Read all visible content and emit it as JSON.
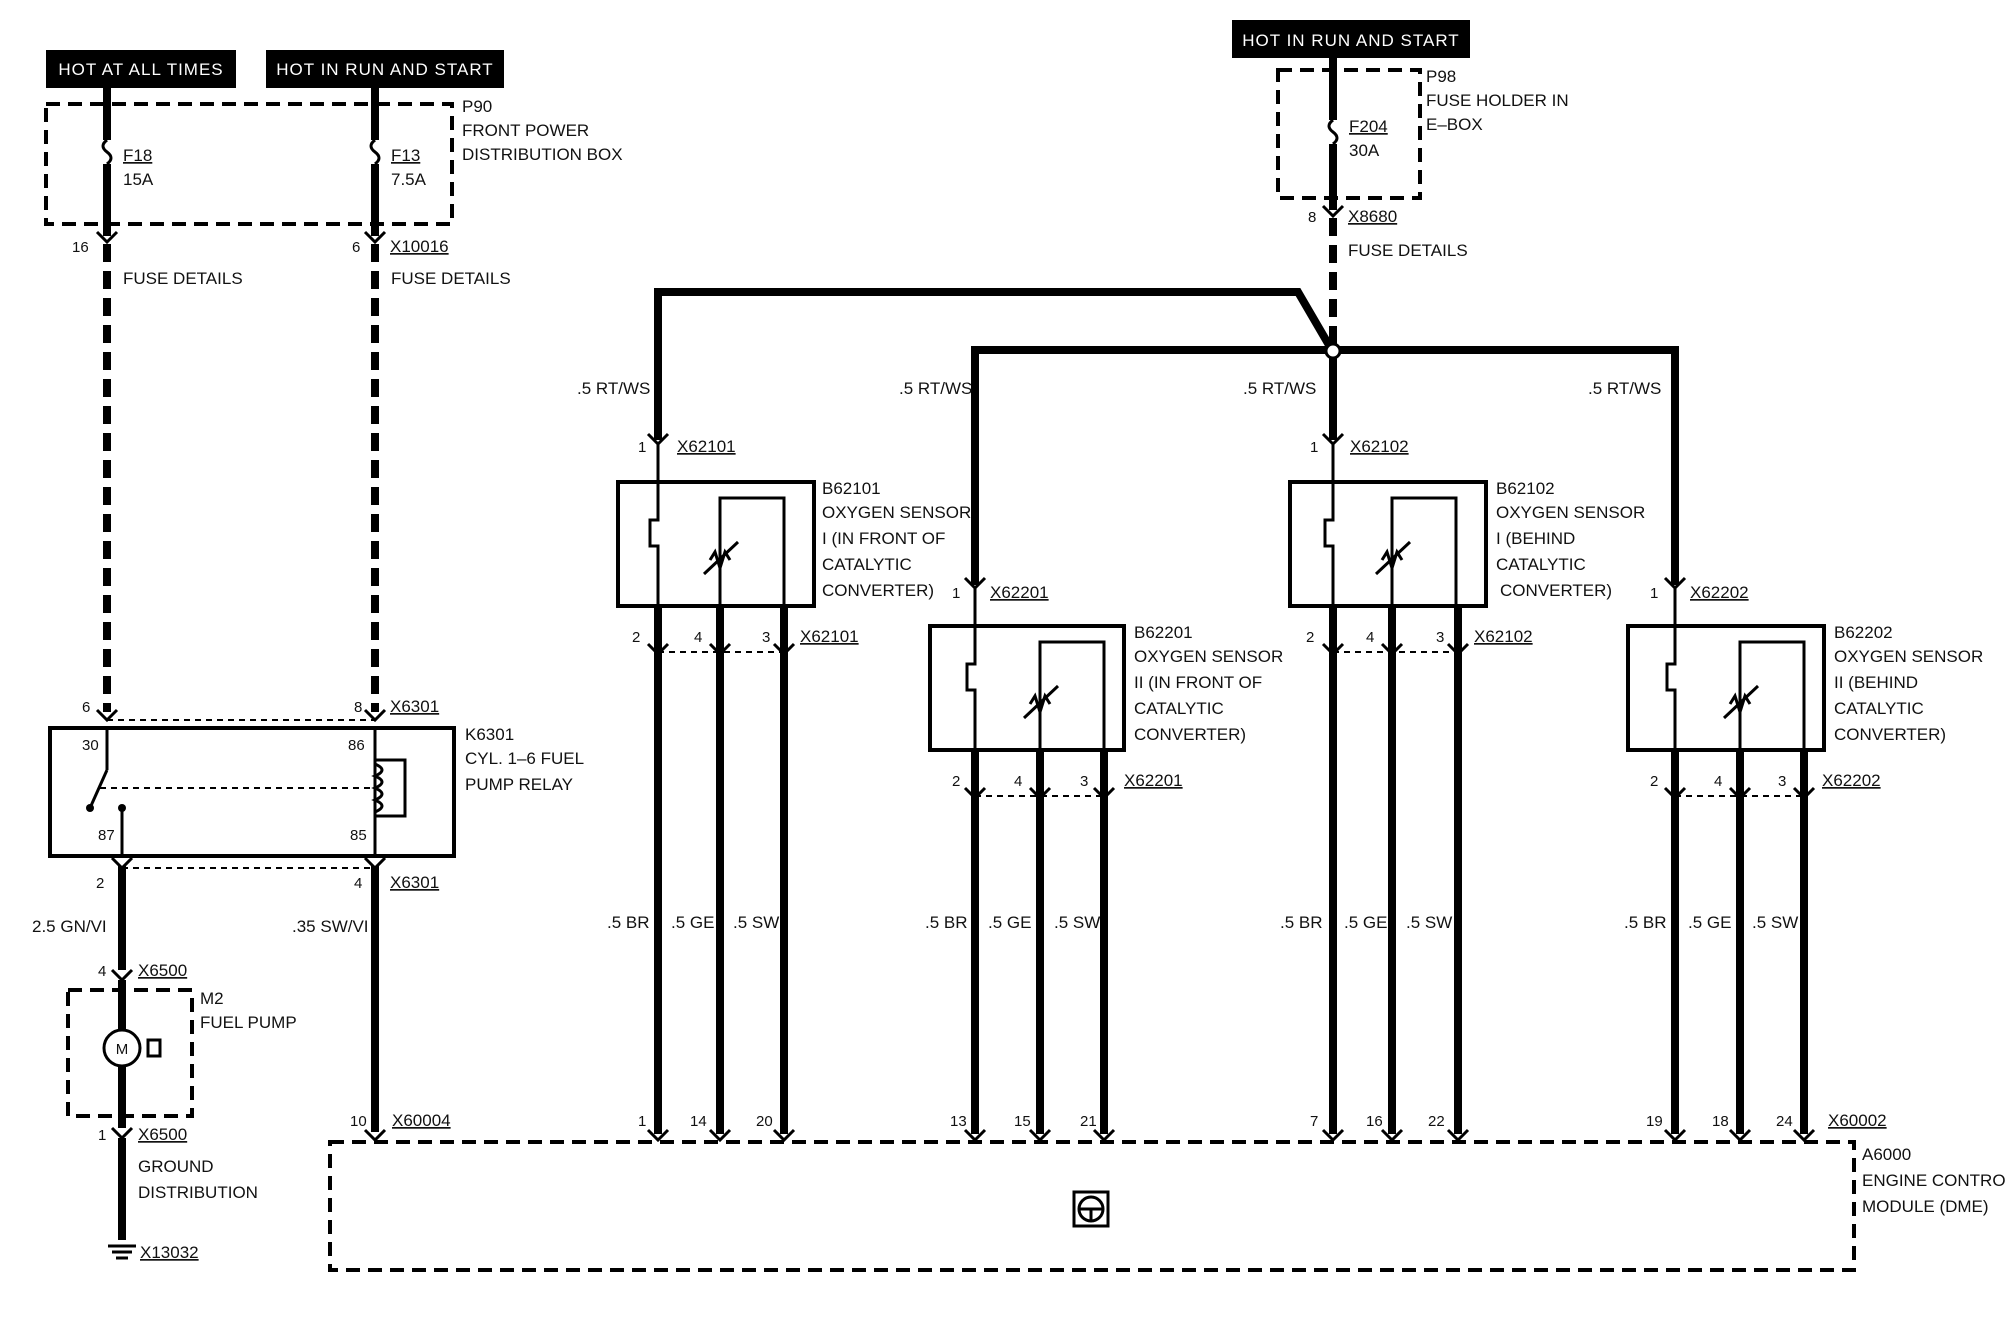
{
  "headers": {
    "hot_all_times": "HOT AT ALL TIMES",
    "hot_run_start_left": "HOT IN RUN AND START",
    "hot_run_start_right": "HOT IN RUN AND START"
  },
  "fuse_boxes": {
    "p90": {
      "id": "P90",
      "line1": "FRONT POWER",
      "line2": "DISTRIBUTION BOX"
    },
    "p98": {
      "id": "P98",
      "line1": "FUSE HOLDER IN",
      "line2": "E–BOX"
    }
  },
  "fuses": {
    "f18": {
      "id": "F18",
      "rating": "15A"
    },
    "f13": {
      "id": "F13",
      "rating": "7.5A"
    },
    "f204": {
      "id": "F204",
      "rating": "30A"
    }
  },
  "connectors": {
    "x10016": "X10016",
    "x8680": "X8680",
    "x6301": "X6301",
    "x6500": "X6500",
    "x13032": "X13032",
    "x60004": "X60004",
    "x60002": "X60002",
    "x62101": "X62101",
    "x62201": "X62201",
    "x62102": "X62102",
    "x62202": "X62202"
  },
  "fuse_details": "FUSE DETAILS",
  "relay": {
    "id": "K6301",
    "line1": "CYL. 1–6 FUEL",
    "line2": "PUMP RELAY"
  },
  "pump": {
    "id": "M2",
    "line1": "FUEL PUMP"
  },
  "ground": {
    "line1": "GROUND",
    "line2": "DISTRIBUTION"
  },
  "ecm": {
    "id": "A6000",
    "line1": "ENGINE CONTROL",
    "line2": "MODULE (DME)"
  },
  "wire_colors": {
    "rt_ws": ".5 RT/WS",
    "gn_vi": "2.5 GN/VI",
    "sw_vi": ".35 SW/VI",
    "br": ".5 BR",
    "ge": ".5 GE",
    "sw": ".5 SW"
  },
  "sensors": {
    "b62101": {
      "id": "B62101",
      "line1": "OXYGEN SENSOR",
      "line2": "I (IN FRONT OF",
      "line3": "CATALYTIC",
      "line4": "CONVERTER)"
    },
    "b62201": {
      "id": "B62201",
      "line1": "OXYGEN SENSOR",
      "line2": "II (IN FRONT OF",
      "line3": "CATALYTIC",
      "line4": "CONVERTER)"
    },
    "b62102": {
      "id": "B62102",
      "line1": "OXYGEN SENSOR",
      "line2": "I (BEHIND",
      "line3": "CATALYTIC",
      "line4": "CONVERTER)"
    },
    "b62202": {
      "id": "B62202",
      "line1": "OXYGEN SENSOR",
      "line2": "II (BEHIND",
      "line3": "CATALYTIC",
      "line4": "CONVERTER)"
    }
  },
  "pins": {
    "p16": "16",
    "p6": "6",
    "p8": "8",
    "p30": "30",
    "p86": "86",
    "p87": "87",
    "p85": "85",
    "p2": "2",
    "p4": "4",
    "p1": "1",
    "p10": "10",
    "p3": "3",
    "e1": "1",
    "e14": "14",
    "e20": "20",
    "e13": "13",
    "e15": "15",
    "e21": "21",
    "e7": "7",
    "e16": "16",
    "e22": "22",
    "e19": "19",
    "e18": "18",
    "e24": "24"
  }
}
